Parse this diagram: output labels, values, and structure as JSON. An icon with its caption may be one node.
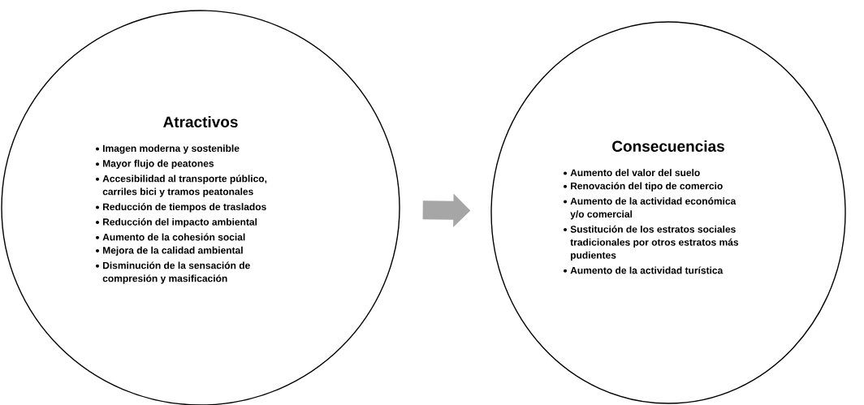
{
  "diagram": {
    "nodes": [
      {
        "text": [
          "Atractivos",
          "Imagen moderna y sostenible",
          "Mayor flujo de peatones",
          "Accesibilidad al transporte público, carriles bici y tramos peatonales",
          "Reducción de tiempos de traslados",
          "Reducción del impacto ambiental",
          "Aumento de la cohesión social",
          "Mejora de la calidad ambiental",
          "Disminución de la sensación de compresión y masificación"
        ]
      },
      {
        "text": [
          "Consecuencias",
          "Aumento del valor del suelo",
          "Renovación del tipo de comercio",
          "Aumento de la actividad económica y/o comercial",
          "Sustitución de los estratos sociales tradicionales por otros estratos más pudientes",
          "Aumento de la actividad turística"
        ]
      }
    ],
    "edges": [
      {
        "from": 0,
        "to": 1,
        "arrow": "to"
      }
    ]
  }
}
